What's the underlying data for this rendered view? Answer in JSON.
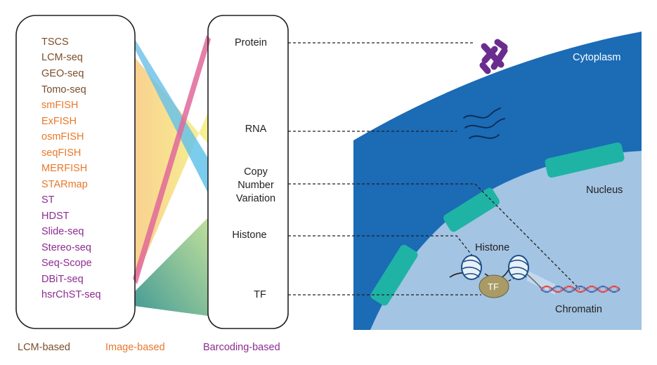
{
  "methods": [
    {
      "label": "TSCS",
      "category": "lcm"
    },
    {
      "label": "LCM-seq",
      "category": "lcm"
    },
    {
      "label": "GEO-seq",
      "category": "lcm"
    },
    {
      "label": "Tomo-seq",
      "category": "lcm"
    },
    {
      "label": "smFISH",
      "category": "image"
    },
    {
      "label": "ExFISH",
      "category": "image"
    },
    {
      "label": "osmFISH",
      "category": "image"
    },
    {
      "label": "seqFISH",
      "category": "image"
    },
    {
      "label": "MERFISH",
      "category": "image"
    },
    {
      "label": "STARmap",
      "category": "image"
    },
    {
      "label": "ST",
      "category": "barcoding"
    },
    {
      "label": "HDST",
      "category": "barcoding"
    },
    {
      "label": "Slide-seq",
      "category": "barcoding"
    },
    {
      "label": "Stereo-seq",
      "category": "barcoding"
    },
    {
      "label": "Seq-Scope",
      "category": "barcoding"
    },
    {
      "label": "DBiT-seq",
      "category": "barcoding"
    },
    {
      "label": "hsrChST-seq",
      "category": "barcoding"
    }
  ],
  "omics": {
    "protein": "Protein",
    "rna": "RNA",
    "cnv_line1": "Copy",
    "cnv_line2": "Number",
    "cnv_line3": "Variation",
    "histone": "Histone",
    "tf": "TF"
  },
  "legend": {
    "lcm": "LCM-based",
    "image": "Image-based",
    "barcoding": "Barcoding-based"
  },
  "cell": {
    "cytoplasm": "Cytoplasm",
    "nucleus": "Nucleus",
    "histone": "Histone",
    "tf": "TF",
    "chromatin": "Chromatin"
  },
  "colors": {
    "lcm": "#7a4e2b",
    "image": "#e8782a",
    "barcoding": "#8c2d91",
    "cytoplasm": "#1b6bb5",
    "nucleus": "#a3c4e2",
    "membrane_segment": "#1fb3a5",
    "protein": "#6a2c8e",
    "tf_node": "#aa9b66",
    "dna_red": "#e8433f",
    "dna_blue": "#3a6fb4"
  },
  "icons": [
    "protein-receptor-icon",
    "rna-strands-icon",
    "nucleosome-icon",
    "dna-helix-icon"
  ]
}
